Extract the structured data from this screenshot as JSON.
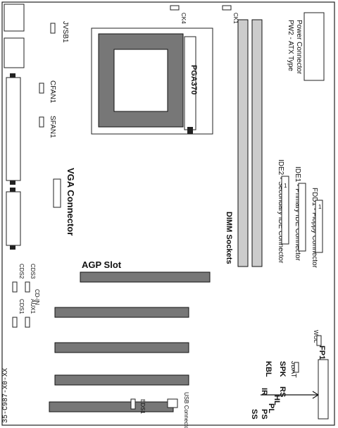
{
  "labels": {
    "jvsb1": "JVSB1",
    "ck4": "CK4",
    "ck1": "CK1",
    "pga": "PGA370",
    "pw2_title": "PW2 - ATX Type",
    "pw2_sub": "Power Connector",
    "cfan1": "CFAN1",
    "sfan1": "SFAN1",
    "vga": "VGA Connector",
    "ide2": "IDE2 - Secondary IDE Connector",
    "ide1": "IDE1 - Primary IDE Connector",
    "fdd1": "FDD1 - Floppy Connector",
    "dimm": "DIMM Sockets",
    "agp": "AGP Slot",
    "cds3": "CDS3",
    "cds2": "CDS2",
    "cdin": "CD-IN",
    "aux1": "AUX1",
    "cds1": "CDS1",
    "fp1": "FP1",
    "wol": "WOL",
    "jbat": "JBAT",
    "kbl": "KBL",
    "spk": "SPK",
    "rs": "RS",
    "hl": "HL",
    "pl": "PL",
    "ir": "IR",
    "ps": "PS",
    "ss": "SS",
    "eds1": "EDS1",
    "usb": "USB Connector",
    "model": "35-C987-X0-XX",
    "pin1": "1"
  }
}
